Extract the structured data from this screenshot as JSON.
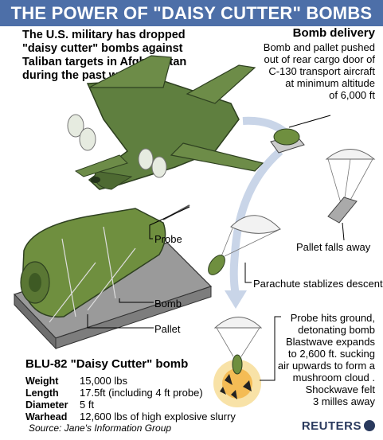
{
  "title": "THE POWER OF \"DAISY CUTTER\" BOMBS",
  "intro": "The U.S. military has dropped \"daisy cutter\" bombs against Taliban targets in Afghanistan during the past week",
  "delivery": {
    "heading": "Bomb delivery",
    "lines": [
      "Bomb and pallet pushed",
      "out of rear cargo door of",
      "C-130 transport aircraft",
      "at minimum altitude",
      "of 6,000 ft"
    ]
  },
  "labels": {
    "pallet_falls": "Pallet falls away",
    "parachute": "Parachute stablizes descent",
    "probe": "Probe",
    "bomb": "Bomb",
    "pallet": "Pallet"
  },
  "impact": {
    "lines": [
      "Probe hits ground,",
      "detonating bomb",
      "Blastwave expands",
      "to 2,600 ft. sucking",
      "air upwards to form a",
      "mushroom cloud .",
      "Shockwave felt",
      "3 milles away"
    ]
  },
  "specs": {
    "heading": "BLU-82 \"Daisy Cutter\" bomb",
    "rows": [
      {
        "label": "Weight",
        "value": "15,000 lbs"
      },
      {
        "label": "Length",
        "value": "17.5ft (including 4 ft probe)"
      },
      {
        "label": "Diameter",
        "value": "5 ft"
      },
      {
        "label": "Warhead",
        "value": "12,600 lbs of high explosive slurry"
      }
    ]
  },
  "source": "Source: Jane's Information Group",
  "credit": "REUTERS",
  "colors": {
    "title_bar": "#4d6fa8",
    "aircraft": "#5f7f3f",
    "bomb": "#6f8f3f",
    "pallet": "#8a8a8a",
    "arrow": "#c9d5e8"
  }
}
